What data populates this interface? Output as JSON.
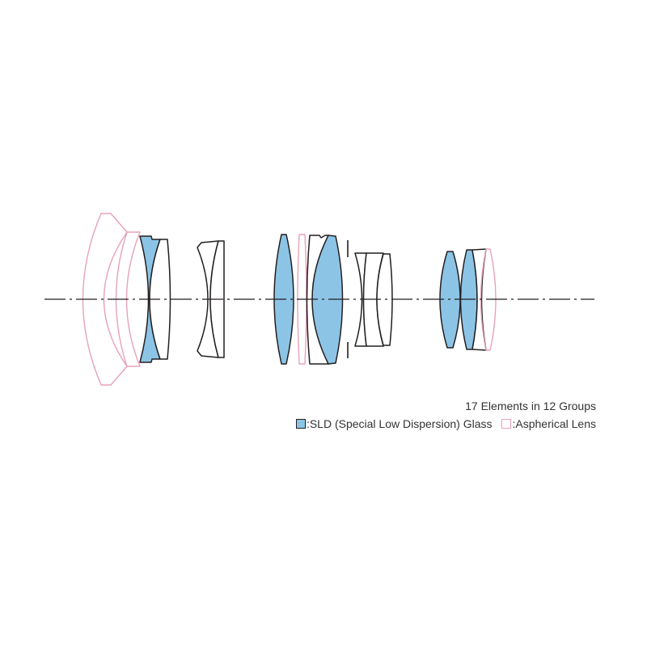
{
  "caption": "17 Elements in 12 Groups",
  "legend": [
    {
      "label": ":SLD (Special Low Dispersion) Glass",
      "swatch_color": "#8cc4e6"
    },
    {
      "label": ":Aspherical Lens",
      "swatch_color": "#e7a2b8"
    }
  ]
}
